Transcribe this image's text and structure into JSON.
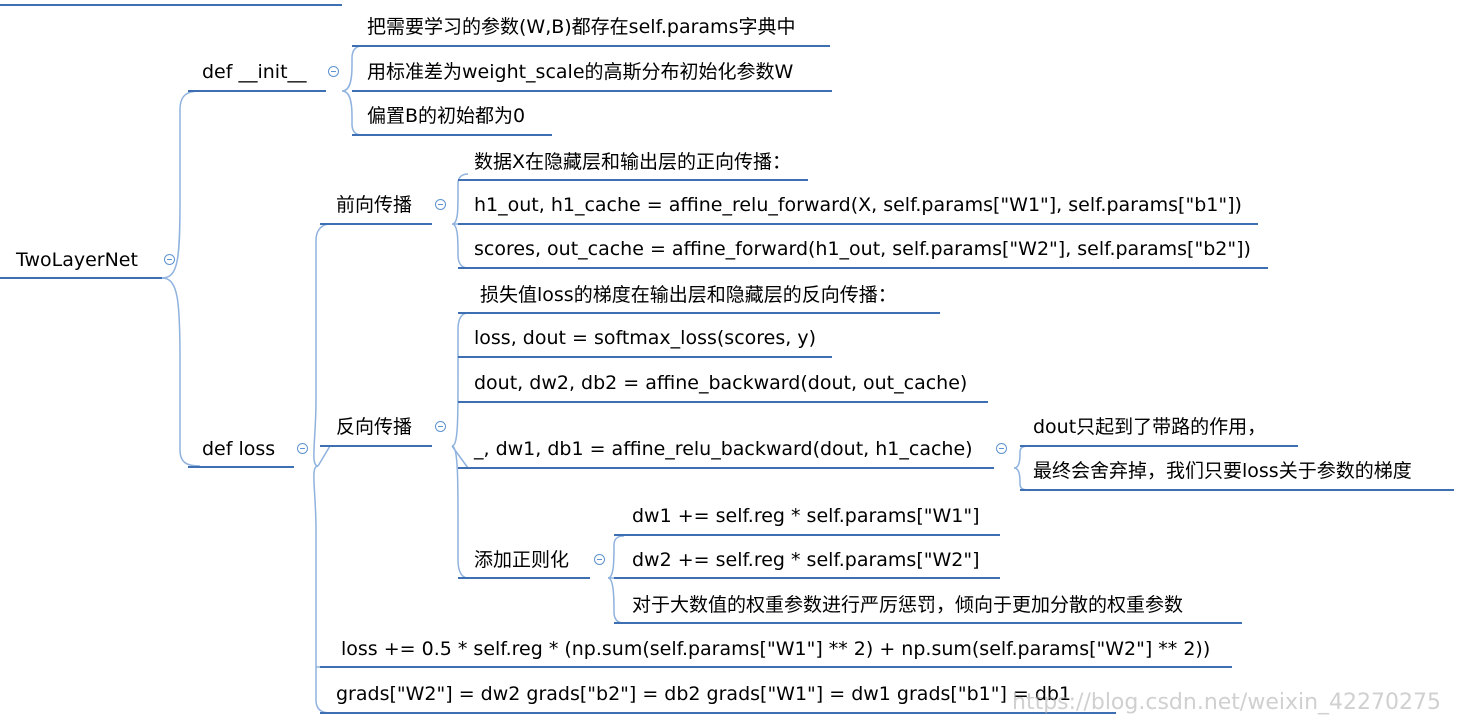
{
  "root": {
    "label": "TwoLayerNet"
  },
  "init": {
    "label": "def __init__",
    "items": [
      "把需要学习的参数(W,B)都存在self.params字典中",
      "用标准差为weight_scale的高斯分布初始化参数W",
      "偏置B的初始都为0"
    ]
  },
  "loss": {
    "label": "def loss",
    "forward": {
      "label": "前向传播",
      "items": [
        "数据X在隐藏层和输出层的正向传播：",
        "h1_out, h1_cache = affine_relu_forward(X, self.params[\"W1\"], self.params[\"b1\"])",
        "scores, out_cache = affine_forward(h1_out, self.params[\"W2\"], self.params[\"b2\"])"
      ]
    },
    "backward": {
      "label": "反向传播",
      "items": [
        "损失值loss的梯度在输出层和隐藏层的反向传播：",
        "loss, dout = softmax_loss(scores, y)",
        "dout, dw2, db2 = affine_backward(dout, out_cache)",
        "_, dw1, db1 = affine_relu_backward(dout, h1_cache)"
      ],
      "notes": [
        "dout只起到了带路的作用，",
        "最终会舍弃掉，我们只要loss关于参数的梯度"
      ],
      "regularization": {
        "label": "添加正则化",
        "items": [
          "dw1 += self.reg * self.params[\"W1\"]",
          "dw2 += self.reg * self.params[\"W2\"]",
          "对于大数值的权重参数进行严厉惩罚，倾向于更加分散的权重参数"
        ]
      }
    },
    "loss_reg": "loss += 0.5 * self.reg * (np.sum(self.params[\"W1\"] ** 2) +  np.sum(self.params[\"W2\"] ** 2))",
    "grads": "grads[\"W2\"] = dw2  grads[\"b2\"] = db2  grads[\"W1\"] = dw1   grads[\"b1\"] = db1"
  },
  "watermark": "https://blog.csdn.net/weixin_42270275"
}
